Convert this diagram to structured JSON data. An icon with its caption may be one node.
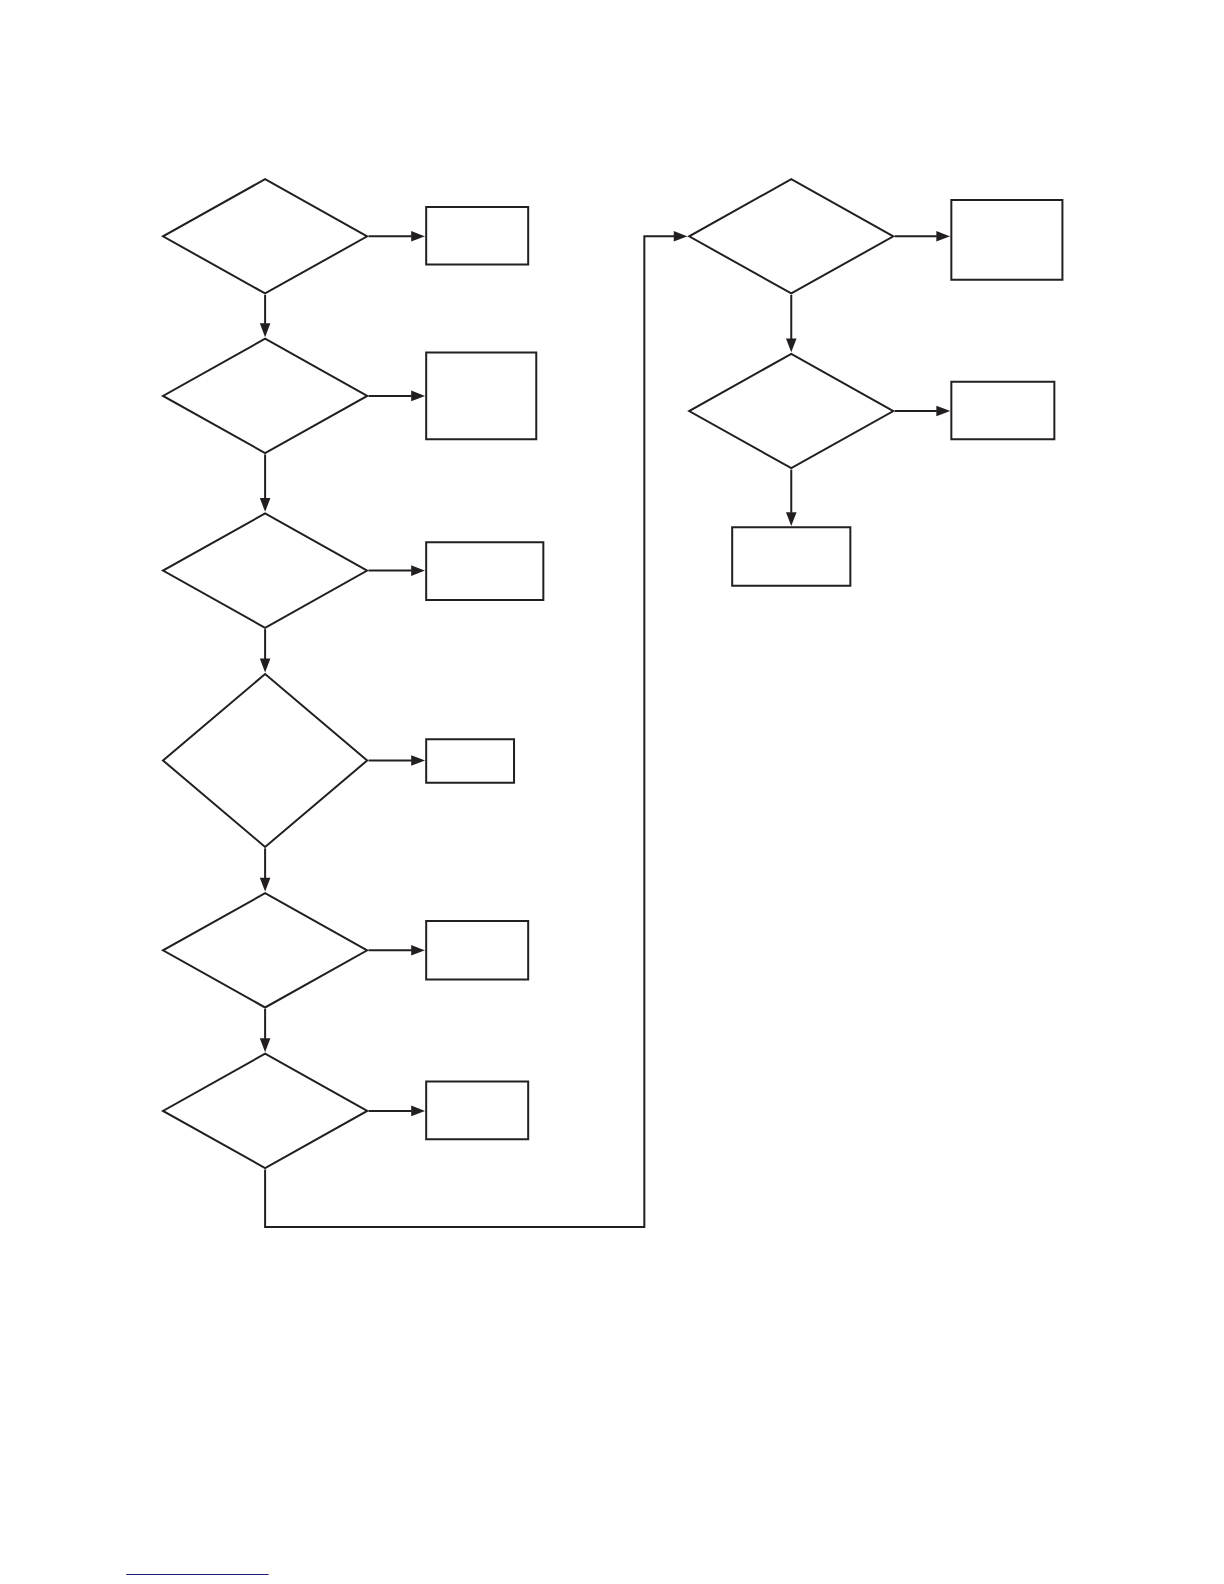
{
  "diagram": {
    "nodes": [
      {
        "text": [],
        "shape": "diamond"
      },
      {
        "text": [],
        "shape": "box"
      },
      {
        "text": [],
        "shape": "diamond"
      },
      {
        "text": [],
        "shape": "box"
      },
      {
        "text": [],
        "shape": "diamond"
      },
      {
        "text": [],
        "shape": "box"
      },
      {
        "text": [],
        "shape": "diamond"
      },
      {
        "text": [],
        "shape": "box"
      },
      {
        "text": [],
        "shape": "diamond"
      },
      {
        "text": [],
        "shape": "box"
      },
      {
        "text": [],
        "shape": "diamond"
      },
      {
        "text": [],
        "shape": "box"
      },
      {
        "text": [],
        "shape": "diamond"
      },
      {
        "text": [],
        "shape": "box"
      },
      {
        "text": [],
        "shape": "diamond"
      },
      {
        "text": [],
        "shape": "box"
      },
      {
        "text": [],
        "shape": "box"
      }
    ],
    "edges": [
      {
        "from": 0,
        "to": 1,
        "arrow": "to"
      },
      {
        "from": 0,
        "to": 2,
        "arrow": "to"
      },
      {
        "from": 2,
        "to": 3,
        "arrow": "to"
      },
      {
        "from": 2,
        "to": 4,
        "arrow": "to"
      },
      {
        "from": 4,
        "to": 5,
        "arrow": "to"
      },
      {
        "from": 4,
        "to": 6,
        "arrow": "to"
      },
      {
        "from": 6,
        "to": 7,
        "arrow": "to"
      },
      {
        "from": 6,
        "to": 8,
        "arrow": "to"
      },
      {
        "from": 8,
        "to": 9,
        "arrow": "to"
      },
      {
        "from": 8,
        "to": 10,
        "arrow": "to"
      },
      {
        "from": 10,
        "to": 11,
        "arrow": "to"
      },
      {
        "from": 10,
        "to": 12,
        "arrow": "to"
      },
      {
        "from": 12,
        "to": 13,
        "arrow": "to"
      },
      {
        "from": 12,
        "to": 14,
        "arrow": "to"
      },
      {
        "from": 14,
        "to": 15,
        "arrow": "to"
      },
      {
        "from": 14,
        "to": 16,
        "arrow": "to"
      }
    ]
  }
}
